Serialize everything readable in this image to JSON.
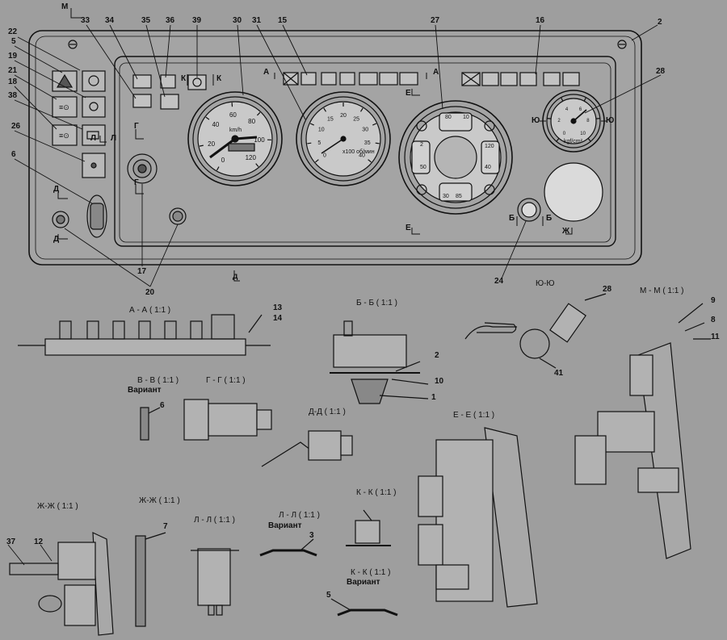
{
  "panel": {
    "speedometer": {
      "unit": "km/h",
      "ticks": [
        "0",
        "20",
        "40",
        "60",
        "80",
        "100",
        "120"
      ]
    },
    "tachometer": {
      "unit": "x100 об/мин",
      "ticks": [
        "0",
        "5",
        "10",
        "15",
        "20",
        "25",
        "30",
        "35",
        "40"
      ]
    },
    "combi": {
      "gauge_values": [
        "80",
        "120",
        "40",
        "10",
        "2",
        "50",
        "85",
        "30"
      ]
    },
    "pressure": {
      "unit": "kgf/cm²",
      "ticks": [
        "0",
        "2",
        "4",
        "6",
        "8",
        "10"
      ]
    }
  },
  "callouts": [
    {
      "id": "m-top",
      "text": "М"
    },
    {
      "id": "c22",
      "text": "22"
    },
    {
      "id": "c5",
      "text": "5"
    },
    {
      "id": "c19",
      "text": "19"
    },
    {
      "id": "c21",
      "text": "21"
    },
    {
      "id": "c18",
      "text": "18"
    },
    {
      "id": "c38",
      "text": "38"
    },
    {
      "id": "c26",
      "text": "26"
    },
    {
      "id": "c6",
      "text": "6"
    },
    {
      "id": "c33",
      "text": "33"
    },
    {
      "id": "c34",
      "text": "34"
    },
    {
      "id": "c35",
      "text": "35"
    },
    {
      "id": "c36",
      "text": "36"
    },
    {
      "id": "c39",
      "text": "39"
    },
    {
      "id": "c30",
      "text": "30"
    },
    {
      "id": "c31",
      "text": "31"
    },
    {
      "id": "c15",
      "text": "15"
    },
    {
      "id": "c27",
      "text": "27"
    },
    {
      "id": "c16",
      "text": "16"
    },
    {
      "id": "c2",
      "text": "2"
    },
    {
      "id": "c28",
      "text": "28"
    },
    {
      "id": "c17",
      "text": "17"
    },
    {
      "id": "c20",
      "text": "20"
    },
    {
      "id": "c24",
      "text": "24"
    },
    {
      "id": "c13",
      "text": "13"
    },
    {
      "id": "c14",
      "text": "14"
    },
    {
      "id": "c2b",
      "text": "2"
    },
    {
      "id": "c10",
      "text": "10"
    },
    {
      "id": "c1",
      "text": "1"
    },
    {
      "id": "c28b",
      "text": "28"
    },
    {
      "id": "c41",
      "text": "41"
    },
    {
      "id": "c9",
      "text": "9"
    },
    {
      "id": "c8",
      "text": "8"
    },
    {
      "id": "c11",
      "text": "11"
    },
    {
      "id": "c6b",
      "text": "6"
    },
    {
      "id": "c37",
      "text": "37"
    },
    {
      "id": "c12",
      "text": "12"
    },
    {
      "id": "c7",
      "text": "7"
    },
    {
      "id": "c3",
      "text": "3"
    },
    {
      "id": "c5b",
      "text": "5"
    }
  ],
  "markers": [
    {
      "id": "k",
      "text": "К"
    },
    {
      "id": "k2",
      "text": "К"
    },
    {
      "id": "a1",
      "text": "А"
    },
    {
      "id": "a2",
      "text": "А"
    },
    {
      "id": "e1",
      "text": "Е"
    },
    {
      "id": "e2",
      "text": "Е"
    },
    {
      "id": "yu1",
      "text": "Ю"
    },
    {
      "id": "yu2",
      "text": "Ю"
    },
    {
      "id": "g1",
      "text": "Г"
    },
    {
      "id": "g2",
      "text": "Г"
    },
    {
      "id": "d1",
      "text": "Д"
    },
    {
      "id": "d2",
      "text": "Д"
    },
    {
      "id": "b1",
      "text": "Б"
    },
    {
      "id": "b2",
      "text": "Б"
    },
    {
      "id": "zh",
      "text": "Ж"
    },
    {
      "id": "l1",
      "text": "Л"
    },
    {
      "id": "l2",
      "text": "Л"
    },
    {
      "id": "d3",
      "text": "д"
    }
  ],
  "sections": [
    {
      "id": "aa",
      "text": "А - А ( 1:1 )"
    },
    {
      "id": "bb",
      "text": "Б - Б ( 1:1 )"
    },
    {
      "id": "yuyu",
      "text": "Ю-Ю"
    },
    {
      "id": "mm",
      "text": "М - М ( 1:1 )"
    },
    {
      "id": "vv",
      "text": "В - В ( 1:1 )"
    },
    {
      "id": "gg",
      "text": "Г - Г ( 1:1 )"
    },
    {
      "id": "dd",
      "text": "Д-Д ( 1:1 )"
    },
    {
      "id": "ee",
      "text": "Е - Е ( 1:1 )"
    },
    {
      "id": "zhzh1",
      "text": "Ж-Ж ( 1:1 )"
    },
    {
      "id": "zhzh2",
      "text": "Ж-Ж ( 1:1 )"
    },
    {
      "id": "ll",
      "text": "Л - Л ( 1:1 )"
    },
    {
      "id": "ll2",
      "text": "Л - Л ( 1:1 )"
    },
    {
      "id": "kk",
      "text": "К - К ( 1:1 )"
    },
    {
      "id": "kk2",
      "text": "К - К ( 1:1 )"
    }
  ],
  "variants": [
    {
      "id": "v1",
      "text": "Вариант"
    },
    {
      "id": "v2",
      "text": "Вариант"
    },
    {
      "id": "v3",
      "text": "Вариант"
    }
  ],
  "colors": {
    "paper": "#9e9e9e",
    "ink": "#111111",
    "panel_fill": "#a4a4a4",
    "dial_face": "#c9c9c9",
    "light_face": "#dadada"
  }
}
